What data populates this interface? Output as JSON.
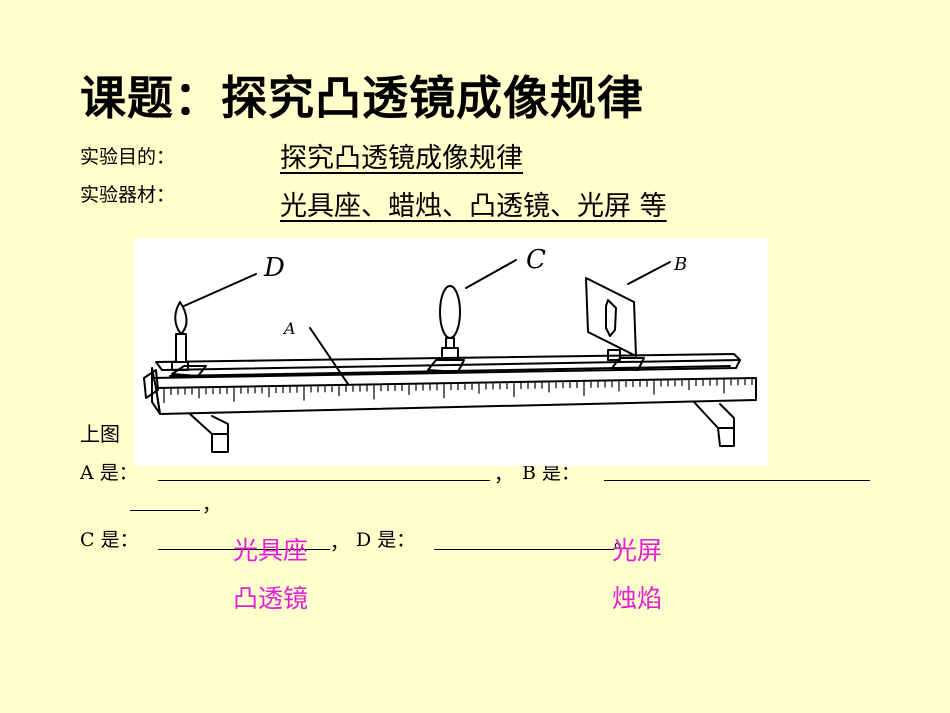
{
  "title": "课题：探究凸透镜成像规律",
  "purpose": {
    "label": "实验目的：",
    "value": "探究凸透镜成像规律"
  },
  "equipment": {
    "label": "实验器材：",
    "value": "光具座、蜡烛、凸透镜、光屏 等"
  },
  "diagram": {
    "labels": {
      "a": "A",
      "b": "B",
      "c": "C",
      "d": "D"
    }
  },
  "question": {
    "intro": "上图",
    "a_label": "A 是：",
    "comma1": "，",
    "b_label": "B 是：",
    "comma2": "，",
    "c_label": "C 是：",
    "comma3": "，",
    "d_label": "D 是：",
    "period": "。"
  },
  "answers": {
    "a": "光具座",
    "c": "凸透镜",
    "b": "光屏",
    "d": "烛焰"
  },
  "colors": {
    "background": "#FFFFCC",
    "answer": "#E020D8"
  }
}
